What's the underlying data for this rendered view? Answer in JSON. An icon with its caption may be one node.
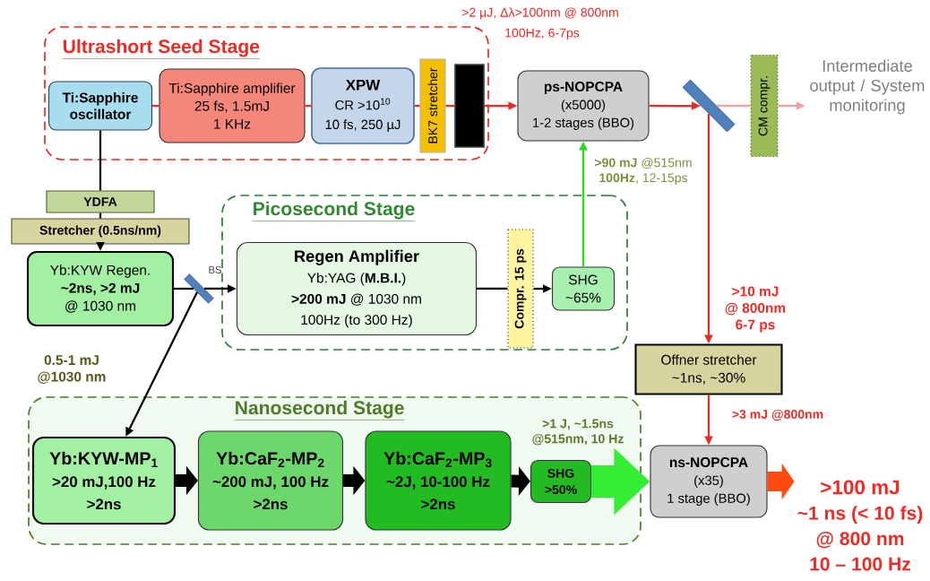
{
  "diagram": {
    "nodes": [
      {
        "text": [
          "Ultrashort Seed Stage"
        ]
      },
      {
        "text": [
          "Ti:Sapphire oscillator"
        ],
        "in": 0
      },
      {
        "text": [
          "Ti:Sapphire amplifier",
          "25 fs, 1.5mJ",
          "1 KHz"
        ],
        "in": 0
      },
      {
        "text": [
          "XPW",
          "CR >10$^{10}$",
          "10 fs, 250 µJ"
        ],
        "in": 0
      },
      {
        "text": [
          "BK7 stretcher"
        ],
        "in": 0
      },
      {
        "text": [],
        "shape": "box",
        "in": 0
      },
      {
        "text": [
          "ps-NOPCPA",
          "(x5000)",
          "1-2 stages (BBO)"
        ]
      },
      {
        "text": [],
        "shape": "bar"
      },
      {
        "text": [
          "CM compr."
        ]
      },
      {
        "text": [
          "Intermediate output / System monitoring"
        ]
      },
      {
        "text": [
          "YDFA"
        ]
      },
      {
        "text": [
          "Stretcher (0.5ns/nm)"
        ]
      },
      {
        "text": [
          "Yb:KYW Regen.",
          "~2ns, >2 mJ",
          "@ 1030 nm"
        ]
      },
      {
        "text": [],
        "shape": "bar",
        "beside": [
          "BS"
        ]
      },
      {
        "text": [
          "Picosecond Stage"
        ]
      },
      {
        "text": [
          "Regen Amplifier",
          "Yb:YAG (**M.B.I.**)",
          "**>200 mJ** @ 1030 nm",
          "100Hz (to 300 Hz)"
        ],
        "in": 14
      },
      {
        "text": [
          "Compr. 15 ps"
        ],
        "in": 14
      },
      {
        "text": [
          "SHG",
          "~65%"
        ],
        "in": 14
      },
      {
        "text": [
          "Offner stretcher",
          "~1ns, ~30%"
        ]
      },
      {
        "text": [
          "Nanosecond Stage"
        ]
      },
      {
        "text": [
          "Yb:KYW-MP$_{1}$",
          ">20 mJ,100 Hz",
          ">2ns"
        ],
        "in": 19
      },
      {
        "text": [
          "Yb:CaF$_{2}$-MP$_{2}$",
          "~200 mJ, 100 Hz",
          ">2ns"
        ],
        "in": 19
      },
      {
        "text": [
          "Yb:CaF$_{2}$-MP$_{3}$",
          "~2J, 10-100 Hz",
          ">2ns"
        ],
        "in": 19
      },
      {
        "text": [
          "SHG",
          ">50%"
        ],
        "in": 19
      },
      {
        "text": [
          "ns-NOPCPA",
          "(x35)",
          "1 stage (BBO)"
        ]
      },
      {
        "text": [
          ">100 mJ",
          "~1 ns (< 10 fs)",
          "@ 800 nm",
          "10 – 100 Hz"
        ]
      }
    ],
    "edges": [
      {
        "from": 1,
        "to": 2,
        "arrow": "none",
        "color": "#ee2a24"
      },
      {
        "from": 2,
        "to": 3,
        "arrow": "none",
        "color": "#ee2a24"
      },
      {
        "from": 3,
        "to": 4,
        "arrow": "none",
        "color": "#ee2a24"
      },
      {
        "from": 4,
        "to": 5,
        "arrow": "none",
        "color": "#ee2a24"
      },
      {
        "from": 5,
        "to": 6,
        "arrow": "to",
        "color": "#ee2a24"
      },
      {
        "from": 6,
        "to": 7,
        "arrow": "to",
        "color": "#ee2a24"
      },
      {
        "from": 7,
        "to": 8,
        "arrow": "none",
        "color": "#f4a0a0"
      },
      {
        "from": 8,
        "to": 9,
        "arrow": "to",
        "color": "#f4a0a0"
      },
      {
        "from": 7,
        "to": 18,
        "arrow": "to",
        "color": "#ee2a24",
        "label": ">10 mJ @ 800nm 6-7 ps"
      },
      {
        "from": 1,
        "to": 10,
        "arrow": "none"
      },
      {
        "from": 10,
        "to": 11,
        "arrow": "none"
      },
      {
        "from": 11,
        "to": 12,
        "arrow": "to"
      },
      {
        "from": 12,
        "to": 13,
        "arrow": "none"
      },
      {
        "from": 13,
        "to": 15,
        "arrow": "to"
      },
      {
        "from": 13,
        "to": 20,
        "arrow": "to",
        "label": "0.5-1 mJ @1030 nm"
      },
      {
        "from": 15,
        "to": 16,
        "arrow": "none"
      },
      {
        "from": 16,
        "to": 17,
        "arrow": "to"
      },
      {
        "from": 17,
        "to": 6,
        "arrow": "to",
        "color": "#22dd22",
        "label": "**>90 mJ** @515nm **100Hz**, 12-15ps"
      },
      {
        "from": 20,
        "to": 21,
        "arrow": "to",
        "style": "thick"
      },
      {
        "from": 21,
        "to": 22,
        "arrow": "to",
        "style": "thick"
      },
      {
        "from": 22,
        "to": 23,
        "arrow": "to",
        "style": "thick"
      },
      {
        "from": 23,
        "to": 24,
        "arrow": "to",
        "style": "thick",
        "color": "#33ee33",
        "label": ">1 J, ~1.5ns @515nm, 10 Hz"
      },
      {
        "from": 18,
        "to": 24,
        "arrow": "to",
        "color": "#ee2a24",
        "label": ">3 mJ @800nm"
      },
      {
        "from": 24,
        "to": 25,
        "arrow": "to",
        "style": "thick",
        "color": "#ff4a10"
      }
    ],
    "labels": [
      ">2 µJ, Δλ>100nm @ 800nm",
      "100Hz, 6-7ps"
    ]
  }
}
